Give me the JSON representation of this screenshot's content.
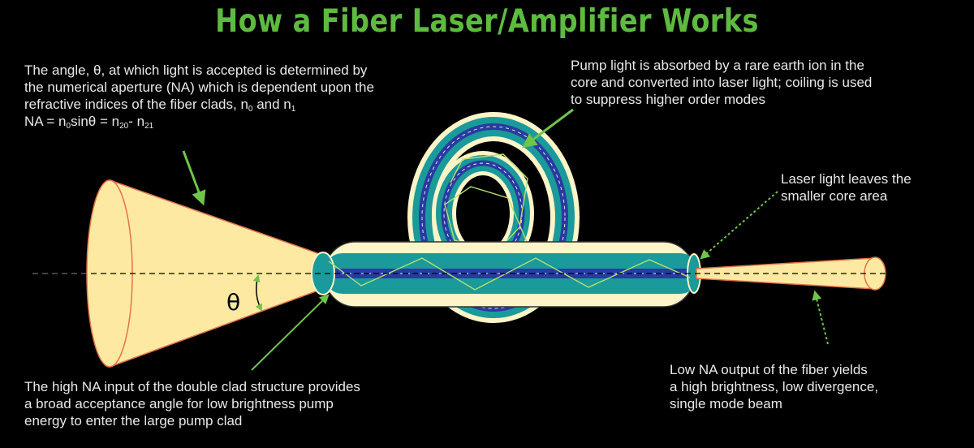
{
  "title": "How a Fiber Laser/Amplifier Works",
  "annotations": {
    "acceptance_angle": {
      "line1": "The angle, θ, at which light is accepted is determined by",
      "line2": "the numerical aperture (NA) which is dependent upon the",
      "line3_text": "refractive indices of the fiber clads, n",
      "line3_sub1": "0",
      "line3_mid": " and n",
      "line3_sub2": "1",
      "line4_a": "NA = n",
      "line4_sub1": "0",
      "line4_b": "sinθ = n",
      "line4_sub2": "20",
      "line4_c": "- n",
      "line4_sub3": "21"
    },
    "pump_light": {
      "line1": "Pump light is absorbed by a rare earth ion in the",
      "line2": "core and converted into laser light; coiling is used",
      "line3": "to suppress higher order modes"
    },
    "laser_output": {
      "line1": "Laser light leaves the",
      "line2": "smaller core area"
    },
    "high_na_input": {
      "line1": "The high NA input of the double clad structure provides",
      "line2": "a broad acceptance angle for low brightness pump",
      "line3": "energy to enter the large pump clad"
    },
    "low_na_output": {
      "line1": "Low NA output of the fiber yields",
      "line2": "a high brightness, low divergence,",
      "line3": "single mode beam"
    }
  },
  "theta_symbol": "θ",
  "colors": {
    "title": "#5dbb3f",
    "cone_fill": "#fde9a2",
    "cone_outline": "#e3734a",
    "outer_clad": "#fdf4c8",
    "pump_clad": "#1a9a9a",
    "core": "#2a3aa0",
    "arrow": "#6fc44a"
  }
}
